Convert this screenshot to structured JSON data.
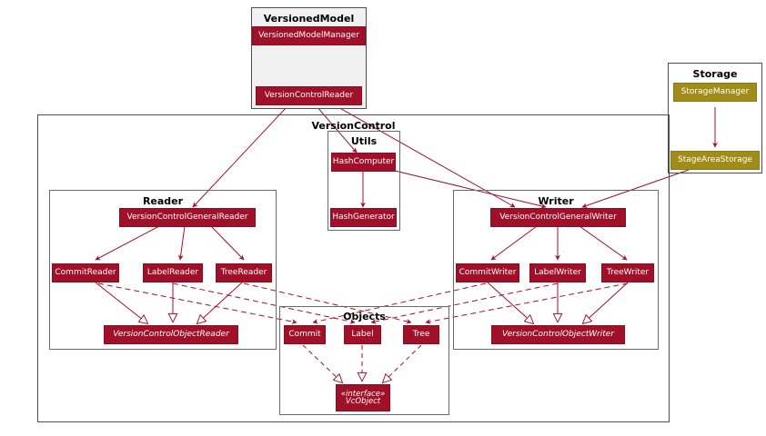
{
  "diagram": {
    "type": "uml-class-diagram",
    "background": "#ffffff",
    "colors": {
      "class_fill": "#a01028",
      "class_fill_storage": "#a08c18",
      "class_text": "#ffffff",
      "edge": "#a01028",
      "package_border": "#4d4d4d",
      "package_fill_shaded": "#f1f1f1",
      "package_title": "#000000"
    }
  },
  "packages": {
    "versioned_model": {
      "title": "VersionedModel"
    },
    "version_control": {
      "title": "VersionControl"
    },
    "utils": {
      "title": "Utils"
    },
    "reader": {
      "title": "Reader"
    },
    "writer": {
      "title": "Writer"
    },
    "objects": {
      "title": "Objects"
    },
    "storage": {
      "title": "Storage"
    }
  },
  "classes": {
    "versioned_model_manager": {
      "label": "VersionedModelManager"
    },
    "version_control_reader": {
      "label": "VersionControlReader"
    },
    "hash_computer": {
      "label": "HashComputer"
    },
    "hash_generator": {
      "label": "HashGenerator"
    },
    "version_control_general_reader": {
      "label": "VersionControlGeneralReader"
    },
    "commit_reader": {
      "label": "CommitReader"
    },
    "label_reader": {
      "label": "LabelReader"
    },
    "tree_reader": {
      "label": "TreeReader"
    },
    "version_control_object_reader": {
      "label": "VersionControlObjectReader"
    },
    "version_control_general_writer": {
      "label": "VersionControlGeneralWriter"
    },
    "commit_writer": {
      "label": "CommitWriter"
    },
    "label_writer": {
      "label": "LabelWriter"
    },
    "tree_writer": {
      "label": "TreeWriter"
    },
    "version_control_object_writer": {
      "label": "VersionControlObjectWriter"
    },
    "commit": {
      "label": "Commit"
    },
    "label": {
      "label": "Label"
    },
    "tree": {
      "label": "Tree"
    },
    "vc_object": {
      "stereotype": "«interface»",
      "label": "VcObject"
    },
    "storage_manager": {
      "label": "StorageManager"
    },
    "stage_area_storage": {
      "label": "StageAreaStorage"
    }
  },
  "relationships": [
    {
      "from": "versioned_model_manager",
      "to": "version_control_reader",
      "kind": "association"
    },
    {
      "from": "version_control_reader",
      "to": "version_control_general_reader",
      "kind": "association"
    },
    {
      "from": "version_control_reader",
      "to": "hash_computer",
      "kind": "association"
    },
    {
      "from": "version_control_reader",
      "to": "version_control_general_writer",
      "kind": "association"
    },
    {
      "from": "hash_computer",
      "to": "hash_generator",
      "kind": "association"
    },
    {
      "from": "hash_computer",
      "to": "version_control_general_writer",
      "kind": "association"
    },
    {
      "from": "stage_area_storage",
      "to": "version_control_general_writer",
      "kind": "association"
    },
    {
      "from": "version_control_general_reader",
      "to": "commit_reader",
      "kind": "association"
    },
    {
      "from": "version_control_general_reader",
      "to": "label_reader",
      "kind": "association"
    },
    {
      "from": "version_control_general_reader",
      "to": "tree_reader",
      "kind": "association"
    },
    {
      "from": "commit_reader",
      "to": "version_control_object_reader",
      "kind": "generalization"
    },
    {
      "from": "label_reader",
      "to": "version_control_object_reader",
      "kind": "generalization"
    },
    {
      "from": "tree_reader",
      "to": "version_control_object_reader",
      "kind": "generalization"
    },
    {
      "from": "version_control_general_writer",
      "to": "commit_writer",
      "kind": "association"
    },
    {
      "from": "version_control_general_writer",
      "to": "label_writer",
      "kind": "association"
    },
    {
      "from": "version_control_general_writer",
      "to": "tree_writer",
      "kind": "association"
    },
    {
      "from": "commit_writer",
      "to": "version_control_object_writer",
      "kind": "generalization"
    },
    {
      "from": "label_writer",
      "to": "version_control_object_writer",
      "kind": "generalization"
    },
    {
      "from": "tree_writer",
      "to": "version_control_object_writer",
      "kind": "generalization"
    },
    {
      "from": "commit_reader",
      "to": "commit",
      "kind": "dependency"
    },
    {
      "from": "label_reader",
      "to": "label",
      "kind": "dependency"
    },
    {
      "from": "tree_reader",
      "to": "tree",
      "kind": "dependency"
    },
    {
      "from": "commit_writer",
      "to": "commit",
      "kind": "dependency"
    },
    {
      "from": "label_writer",
      "to": "label",
      "kind": "dependency"
    },
    {
      "from": "tree_writer",
      "to": "tree",
      "kind": "dependency"
    },
    {
      "from": "commit",
      "to": "vc_object",
      "kind": "realization"
    },
    {
      "from": "label",
      "to": "vc_object",
      "kind": "realization"
    },
    {
      "from": "tree",
      "to": "vc_object",
      "kind": "realization"
    },
    {
      "from": "storage_manager",
      "to": "stage_area_storage",
      "kind": "association"
    }
  ]
}
